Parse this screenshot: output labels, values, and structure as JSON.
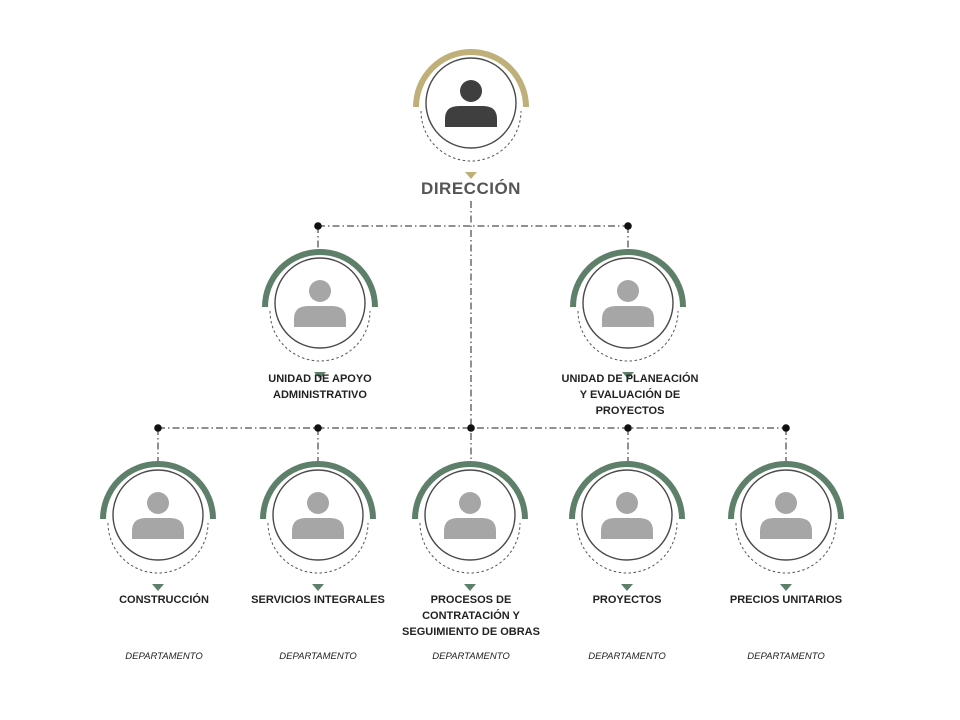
{
  "colors": {
    "top_accent": "#BFB07A",
    "unit_accent": "#5E806A",
    "connector": "#222222",
    "avatar_top": "#3F3F3F",
    "avatar_other": "#A6A6A6",
    "ring_outline": "#4A4A4A"
  },
  "top": {
    "title": "DIRECCIÓN",
    "icon": "person-icon"
  },
  "level2": [
    {
      "title": "UNIDAD DE APOYO\nADMINISTRATIVO",
      "icon": "person-icon"
    },
    {
      "title": "UNIDAD DE PLANEACIÓN\nY EVALUACIÓN DE\nPROYECTOS",
      "icon": "person-icon"
    }
  ],
  "departments": [
    {
      "title": "CONSTRUCCIÓN",
      "type": "DEPARTAMENTO",
      "icon": "person-icon"
    },
    {
      "title": "SERVICIOS INTEGRALES",
      "type": "DEPARTAMENTO",
      "icon": "person-icon"
    },
    {
      "title": "PROCESOS DE\nCONTRATACIÓN Y\nSEGUIMIENTO DE OBRAS",
      "type": "DEPARTAMENTO",
      "icon": "person-icon"
    },
    {
      "title": "PROYECTOS",
      "type": "DEPARTAMENTO",
      "icon": "person-icon"
    },
    {
      "title": "PRECIOS UNITARIOS",
      "type": "DEPARTAMENTO",
      "icon": "person-icon"
    }
  ]
}
